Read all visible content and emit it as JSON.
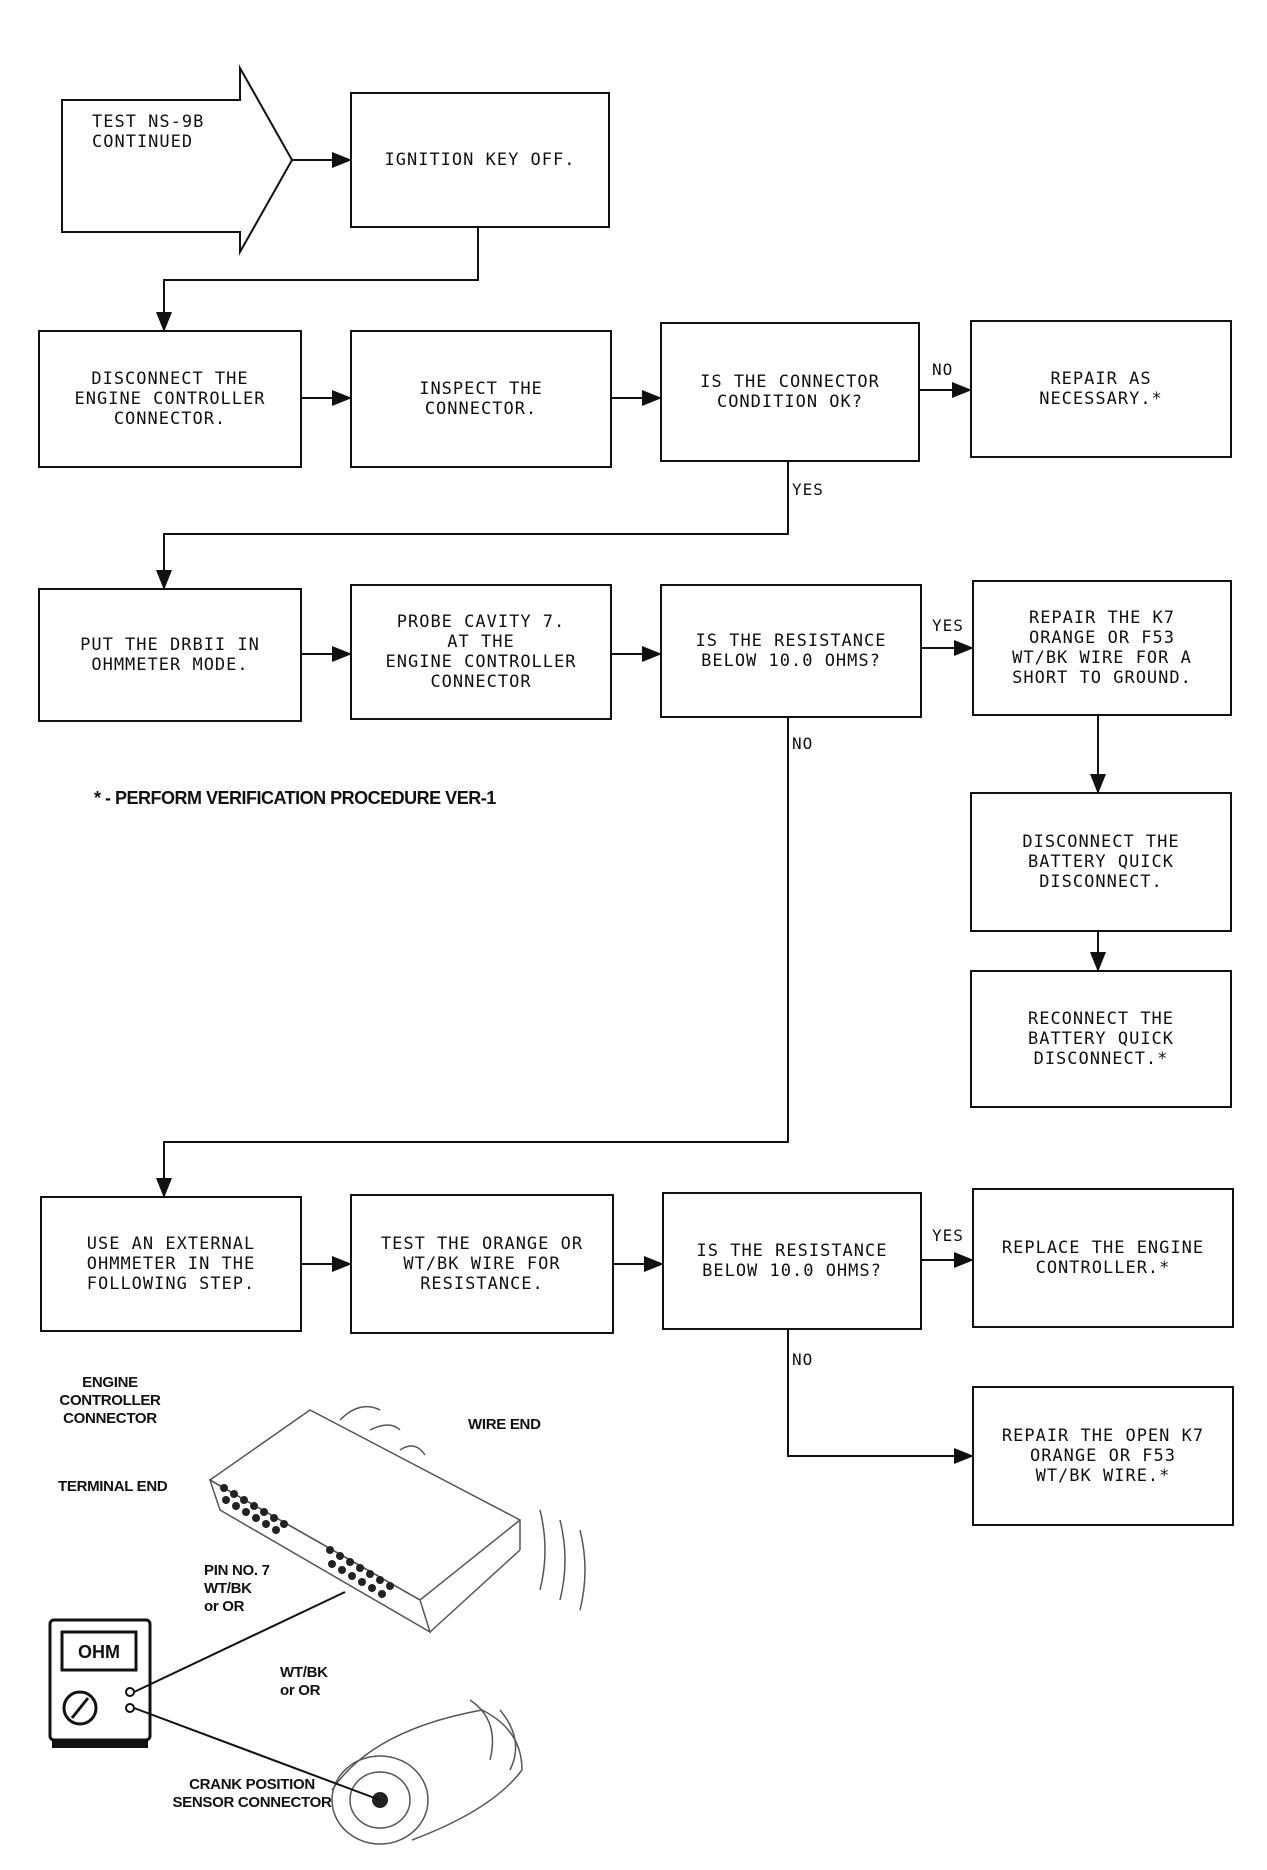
{
  "start": {
    "text": "TEST NS-9B\nCONTINUED"
  },
  "steps": {
    "ignition_off": "IGNITION KEY OFF.",
    "disconnect_controller": "DISCONNECT THE\nENGINE CONTROLLER\nCONNECTOR.",
    "inspect_connector": "INSPECT THE\nCONNECTOR.",
    "connector_ok_q": "IS THE CONNECTOR\nCONDITION OK?",
    "repair_as_necessary": "REPAIR AS\nNECESSARY.*",
    "put_drbii": "PUT THE DRBII IN\nOHMMETER MODE.",
    "probe_cavity": "PROBE CAVITY 7.\nAT THE\nENGINE CONTROLLER\nCONNECTOR",
    "resistance_q1": "IS THE RESISTANCE\nBELOW 10.0 OHMS?",
    "repair_short": "REPAIR THE K7\nORANGE OR F53\nWT/BK WIRE FOR A\nSHORT TO GROUND.",
    "disconnect_battery": "DISCONNECT THE\nBATTERY QUICK\nDISCONNECT.",
    "reconnect_battery": "RECONNECT THE\nBATTERY QUICK\nDISCONNECT.*",
    "use_external": "USE AN EXTERNAL\nOHMMETER IN THE\nFOLLOWING STEP.",
    "test_wire": "TEST THE ORANGE OR\nWT/BK WIRE FOR\nRESISTANCE.",
    "resistance_q2": "IS THE RESISTANCE\nBELOW 10.0 OHMS?",
    "replace_controller": "REPLACE THE ENGINE\nCONTROLLER.*",
    "repair_open": "REPAIR THE OPEN K7\nORANGE OR F53\nWT/BK WIRE.*"
  },
  "branch_labels": {
    "no1": "NO",
    "yes1": "YES",
    "yes2": "YES",
    "no2": "NO",
    "yes3": "YES",
    "no3": "NO"
  },
  "footnote": "* - PERFORM VERIFICATION PROCEDURE VER-1",
  "illustration": {
    "engine_controller_connector": "ENGINE\nCONTROLLER\nCONNECTOR",
    "wire_end": "WIRE END",
    "terminal_end": "TERMINAL END",
    "pin_no7": "PIN NO. 7\nWT/BK\nor OR",
    "wtbk_or_or": "WT/BK\nor OR",
    "crank_sensor": "CRANK POSITION\nSENSOR CONNECTOR",
    "meter_display": "OHM"
  }
}
